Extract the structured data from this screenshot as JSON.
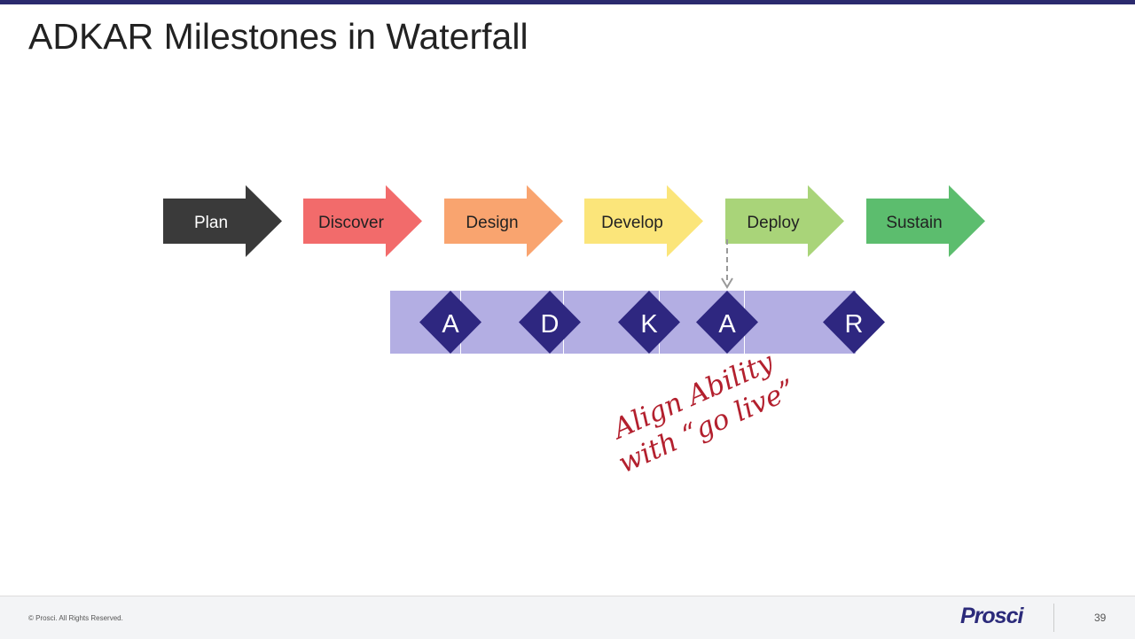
{
  "title": "ADKAR Milestones in Waterfall",
  "phases": [
    {
      "label": "Plan",
      "color": "#3a3a3a",
      "text_color": "#ffffff"
    },
    {
      "label": "Discover",
      "color": "#f26b6b",
      "text_color": "#222222"
    },
    {
      "label": "Design",
      "color": "#f9a46f",
      "text_color": "#222222"
    },
    {
      "label": "Develop",
      "color": "#fbe57a",
      "text_color": "#222222"
    },
    {
      "label": "Deploy",
      "color": "#a9d479",
      "text_color": "#222222"
    },
    {
      "label": "Sustain",
      "color": "#5cbd6e",
      "text_color": "#222222"
    }
  ],
  "milestones": [
    "A",
    "D",
    "K",
    "A",
    "R"
  ],
  "colors": {
    "segment": "#b3aee3",
    "diamond": "#2e2780",
    "accent": "#b3202e"
  },
  "note": {
    "line1": "Align Ability",
    "line2": "with “go live”"
  },
  "footer": {
    "copyright": "© Prosci. All Rights Reserved.",
    "logo": "Prosci",
    "page": "39"
  }
}
